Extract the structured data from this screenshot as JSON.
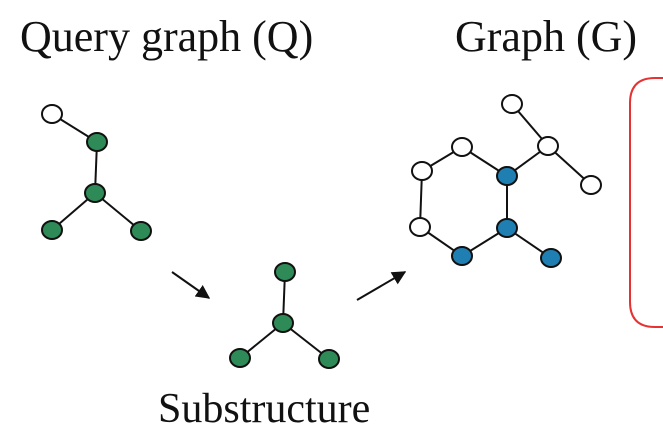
{
  "labels": {
    "query_graph": "Query graph (Q)",
    "graph": "Graph (G)",
    "substructure": "Substructure"
  },
  "colors": {
    "query_node": "#2e8b57",
    "match_node": "#1f7fb3",
    "plain_node": "#ffffff",
    "edge": "#111111",
    "callout_border": "#e63232"
  }
}
